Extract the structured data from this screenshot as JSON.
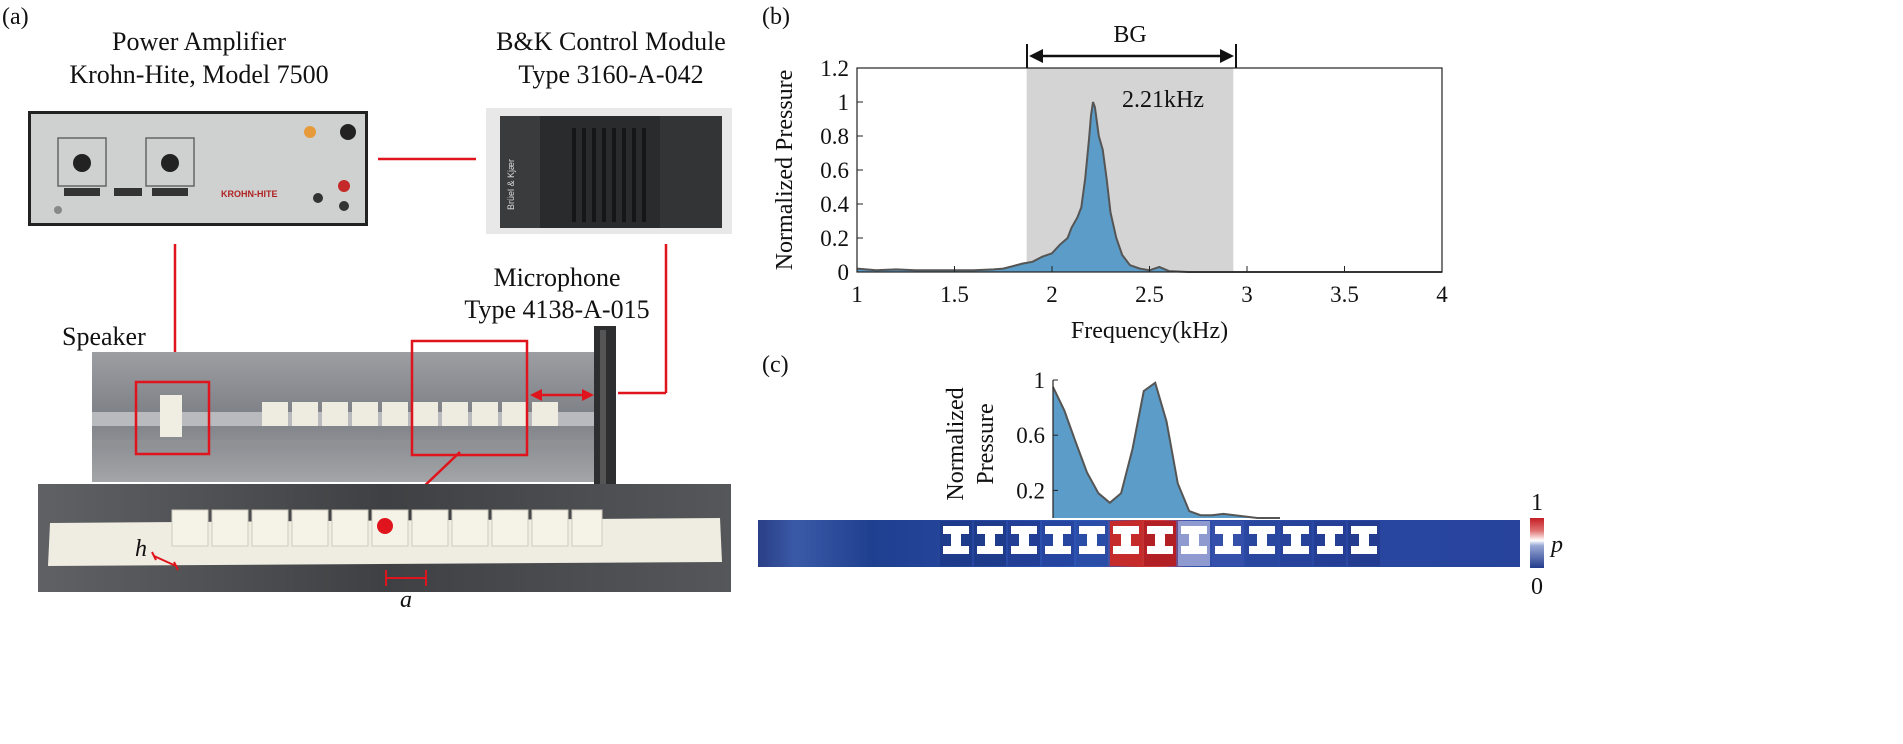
{
  "panel_a": {
    "label": "(a)",
    "amp_title_1": "Power Amplifier",
    "amp_title_2": "Krohn-Hite, Model 7500",
    "ctrl_title_1": "B&K Control Module",
    "ctrl_title_2": "Type 3160-A-042",
    "mic_title_1": "Microphone",
    "mic_title_2": "Type 4138-A-015",
    "speaker_label": "Speaker",
    "dim_h": "h",
    "dim_a": "a",
    "amp_brand": "KROHN-HITE",
    "ctrl_brand": "Brüel & Kjær",
    "accent_color": "#e0141c"
  },
  "panel_b": {
    "label": "(b)",
    "bandgap_label": "BG",
    "peak_label": "2.21kHz"
  },
  "panel_c": {
    "label": "(c)",
    "ylabel_1": "Normalized",
    "ylabel_2": "Pressure",
    "colorbar_max": "1",
    "colorbar_min": "0",
    "colorbar_symbol": "p"
  },
  "chart_data": [
    {
      "type": "area",
      "xlabel": "Frequency(kHz)",
      "ylabel": "Normalized Pressure",
      "xlim": [
        1,
        4
      ],
      "ylim": [
        0,
        1.2
      ],
      "xticks": [
        "1",
        "1.5",
        "2",
        "2.5",
        "3",
        "3.5",
        "4"
      ],
      "yticks": [
        "0",
        "0.2",
        "0.4",
        "0.6",
        "0.8",
        "1",
        "1.2"
      ],
      "shaded_band": [
        1.87,
        2.93
      ],
      "x": [
        1.0,
        1.1,
        1.2,
        1.3,
        1.4,
        1.5,
        1.6,
        1.7,
        1.75,
        1.8,
        1.85,
        1.9,
        1.95,
        2.0,
        2.04,
        2.08,
        2.1,
        2.13,
        2.15,
        2.17,
        2.19,
        2.2,
        2.21,
        2.22,
        2.24,
        2.26,
        2.28,
        2.3,
        2.33,
        2.36,
        2.4,
        2.45,
        2.5,
        2.55,
        2.6,
        2.7,
        2.8,
        2.9,
        3.0,
        4.0
      ],
      "y": [
        0.02,
        0.01,
        0.015,
        0.01,
        0.01,
        0.01,
        0.01,
        0.015,
        0.02,
        0.035,
        0.05,
        0.06,
        0.09,
        0.11,
        0.16,
        0.2,
        0.26,
        0.32,
        0.38,
        0.55,
        0.78,
        0.92,
        1.0,
        0.97,
        0.8,
        0.72,
        0.55,
        0.35,
        0.2,
        0.1,
        0.04,
        0.02,
        0.01,
        0.03,
        0.005,
        0.0,
        0.0,
        0.0,
        0.0,
        0.0
      ],
      "fill_color": "#5b9dc8",
      "band_color": "#d4d4d4",
      "grid": false
    },
    {
      "type": "area",
      "xlabel": "",
      "ylabel": "Normalized Pressure",
      "ylim": [
        0,
        1
      ],
      "yticks": [
        "0.2",
        "0.6",
        "1"
      ],
      "x": [
        0,
        0.05,
        0.1,
        0.15,
        0.2,
        0.25,
        0.3,
        0.35,
        0.4,
        0.45,
        0.5,
        0.55,
        0.6,
        0.65,
        0.7,
        0.75,
        0.8,
        0.85,
        0.9,
        1.0
      ],
      "y": [
        0.95,
        0.78,
        0.55,
        0.33,
        0.18,
        0.11,
        0.18,
        0.5,
        0.92,
        0.98,
        0.7,
        0.25,
        0.05,
        0.02,
        0.02,
        0.03,
        0.02,
        0.01,
        0.0,
        0.0
      ],
      "fill_color": "#5b9dc8",
      "grid": false
    }
  ]
}
